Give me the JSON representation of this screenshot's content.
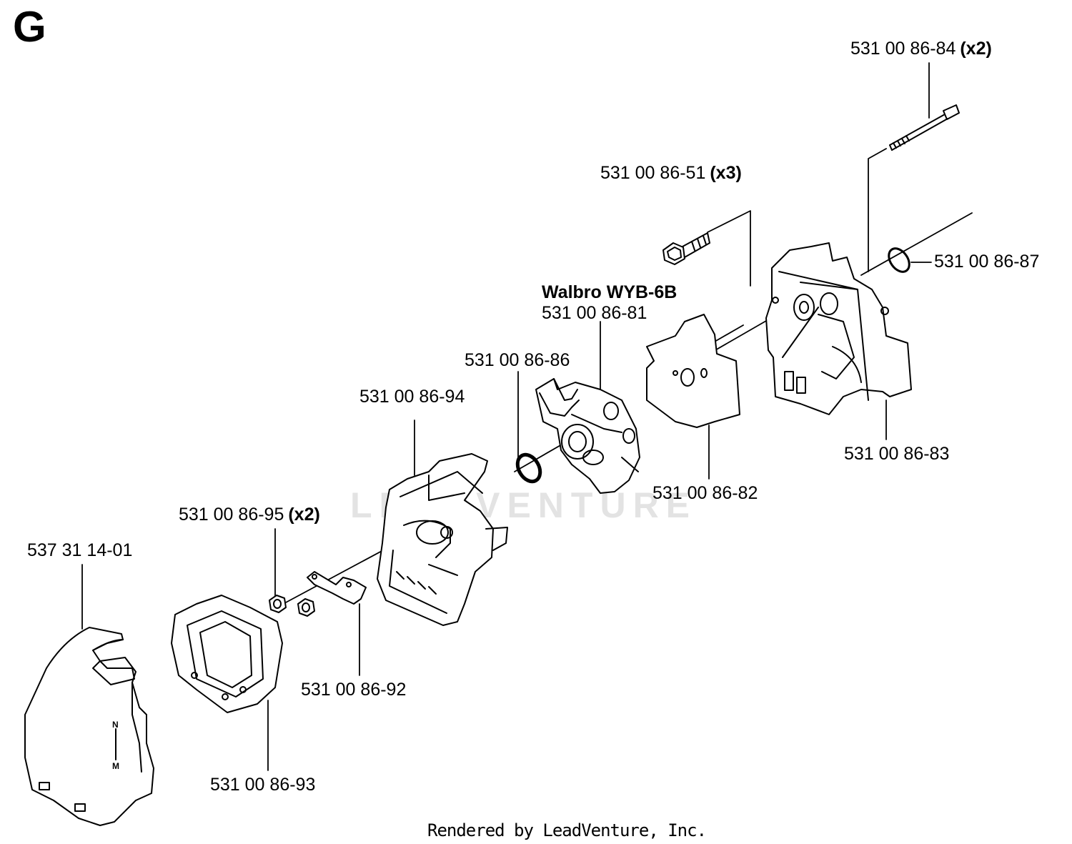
{
  "diagram": {
    "section_letter": "G",
    "watermark": "LEADVENTURE",
    "footer": "Rendered by LeadVenture, Inc.",
    "parts": [
      {
        "key": "bolt_long",
        "number": "531 00 86-84",
        "qty": "(x2)"
      },
      {
        "key": "screw",
        "number": "531 00 86-51",
        "qty": "(x3)"
      },
      {
        "key": "oring_small",
        "number": "531 00 86-87",
        "qty": ""
      },
      {
        "key": "carburetor",
        "model": "Walbro WYB-6B",
        "number": "531 00 86-81",
        "qty": ""
      },
      {
        "key": "gasket_ring",
        "number": "531 00 86-86",
        "qty": ""
      },
      {
        "key": "filter_base",
        "number": "531 00 86-94",
        "qty": ""
      },
      {
        "key": "housing",
        "number": "531 00 86-83",
        "qty": ""
      },
      {
        "key": "gasket_plate",
        "number": "531 00 86-82",
        "qty": ""
      },
      {
        "key": "nut",
        "number": "531 00 86-95",
        "qty": "(x2)"
      },
      {
        "key": "cover",
        "number": "537 31 14-01",
        "qty": ""
      },
      {
        "key": "bracket",
        "number": "531 00 86-92",
        "qty": ""
      },
      {
        "key": "filter",
        "number": "531 00 86-93",
        "qty": ""
      }
    ],
    "cover_marks": [
      "N",
      "M"
    ]
  }
}
